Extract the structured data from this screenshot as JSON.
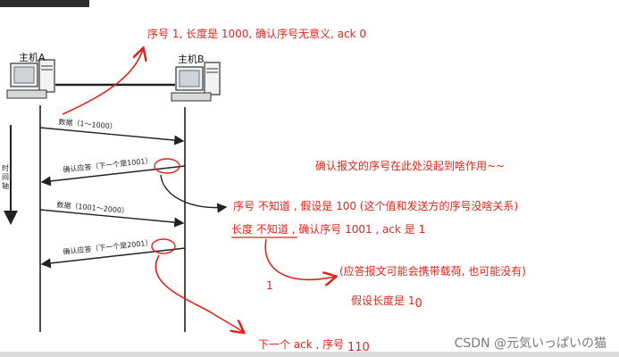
{
  "topbar": {
    "text": ""
  },
  "hosts": {
    "a": "主机A",
    "b": "主机B"
  },
  "time_axis": {
    "label": "时间轴"
  },
  "messages": {
    "m1": "数据（1～1000）",
    "m2": "确认应答（下一个是1001）",
    "m3": "数据（1001～2000）",
    "m4": "确认应答（下一个是2001）"
  },
  "notes": {
    "n1": "序号 1, 长度是 1000, 确认序号无意义, ack 0",
    "n2": "确认报文的序号在此处没起到啥作用~~",
    "n3": "序号 不知道 , 假设是 100 (这个值和发送方的序号没啥关系)",
    "n4": "长度 不知道 , 确认序号 1001 , ack 是 1",
    "n5": "(应答报文可能会携带载荷, 也可能没有)",
    "n6": "1",
    "n7": "假设长度是 1",
    "n7b": "0",
    "n8": "下一个 ack , 序号",
    "n8b": "110"
  },
  "watermark": "CSDN @元気いっぱいの猫",
  "colors": {
    "ink": "#e0241a",
    "line": "#222222"
  }
}
